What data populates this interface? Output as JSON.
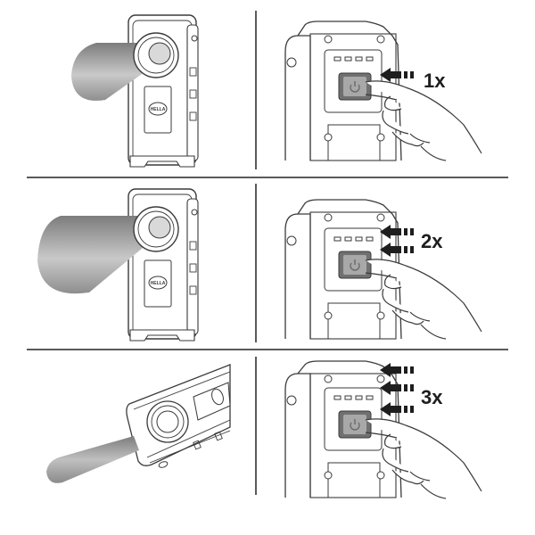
{
  "diagram": {
    "subject": "HELLA work light operation modes",
    "brand_logo_text": "HELLA",
    "rows": [
      {
        "step": 1,
        "left": {
          "view": "front-wide-beam",
          "beam": "wide flood"
        },
        "right": {
          "action": "press power button",
          "press_count_label": "1x",
          "arrows": 1
        }
      },
      {
        "step": 2,
        "left": {
          "view": "front-wide-beam",
          "beam": "wider flood"
        },
        "right": {
          "action": "press power button",
          "press_count_label": "2x",
          "arrows": 2
        }
      },
      {
        "step": 3,
        "left": {
          "view": "angled-spot-beam",
          "beam": "narrow spot"
        },
        "right": {
          "action": "press power button",
          "press_count_label": "3x",
          "arrows": 3
        }
      }
    ],
    "colors": {
      "line": "#5a5a5a",
      "outline": "#3a3a3a",
      "beam_dark": "#8a8a8a",
      "beam_light": "#d8d8d8",
      "button_fill": "#9a9a9a",
      "text": "#1e1e1e"
    }
  }
}
